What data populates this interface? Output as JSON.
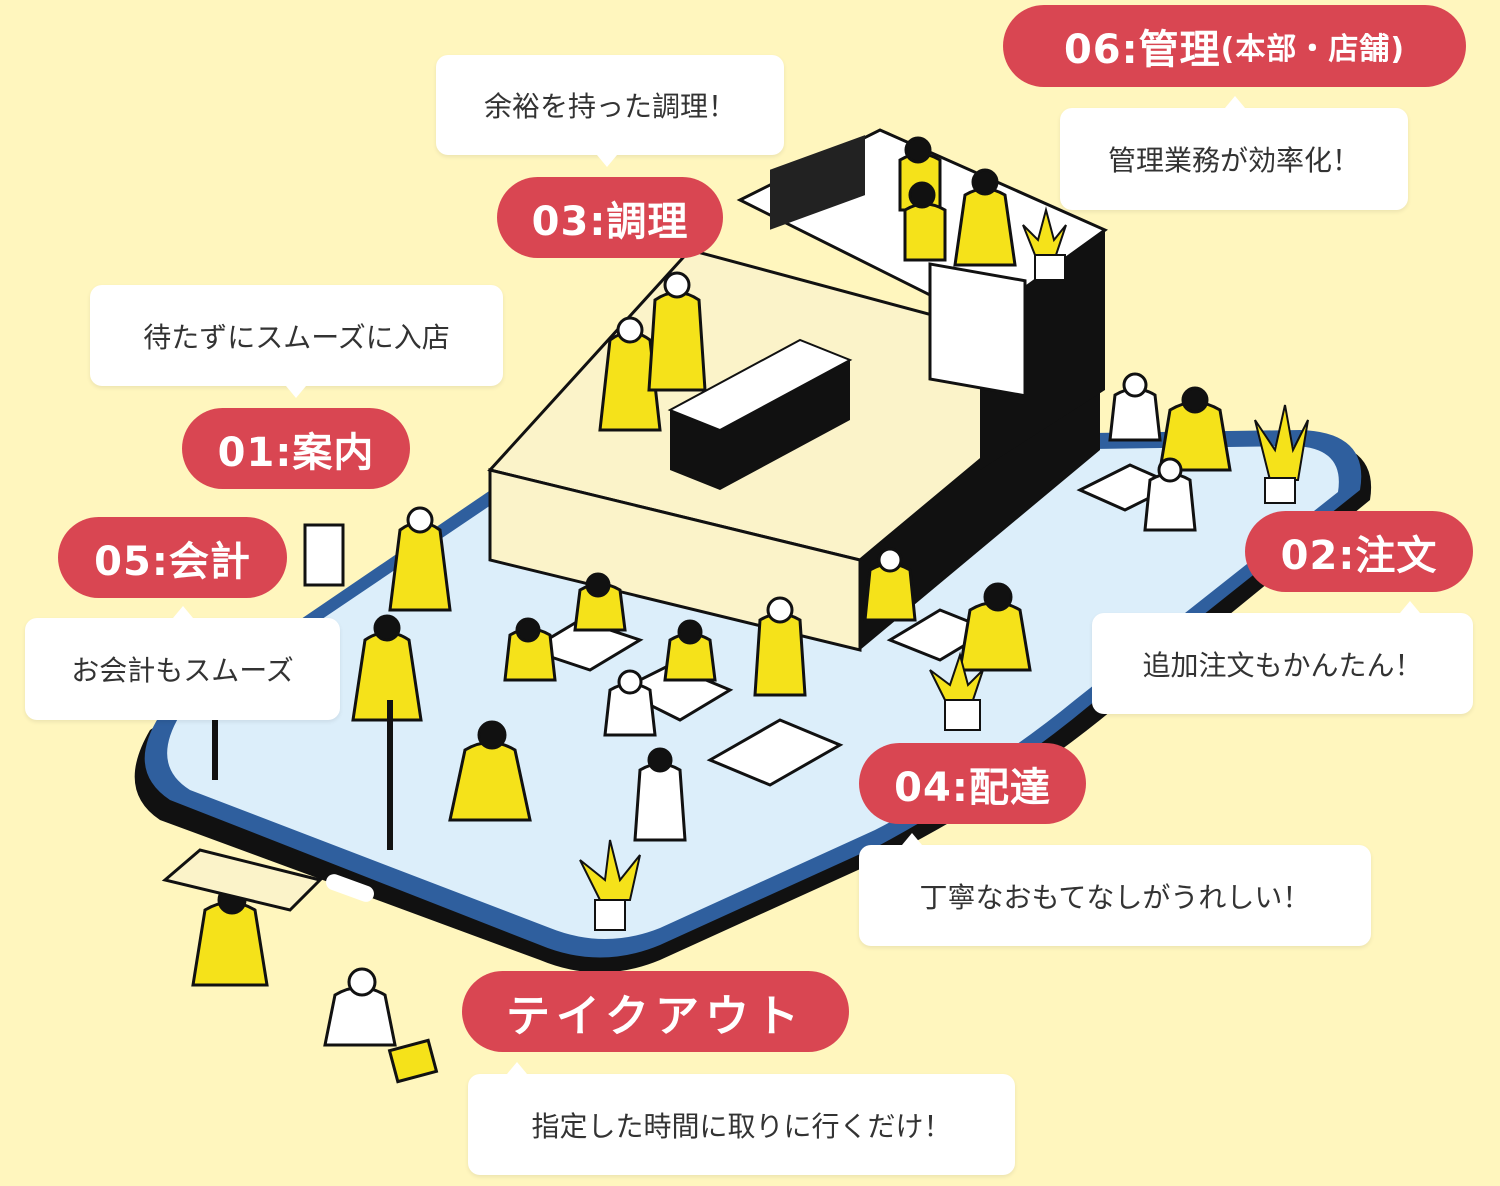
{
  "labels": {
    "kanri": {
      "title": "06:管理",
      "sub": "(本部・店舗)",
      "caption": "管理業務が効率化！"
    },
    "chouri": {
      "title": "03:調理",
      "caption": "余裕を持った調理！"
    },
    "annai": {
      "title": "01:案内",
      "caption": "待たずにスムーズに入店"
    },
    "kaikei": {
      "title": "05:会計",
      "caption": "お会計もスムーズ"
    },
    "chuumon": {
      "title": "02:注文",
      "caption": "追加注文もかんたん！"
    },
    "haitatsu": {
      "title": "04:配達",
      "caption": "丁寧なおもてなしがうれしい！"
    },
    "takeout": {
      "title": "テイクアウト",
      "caption": "指定した時間に取りに行くだけ！"
    }
  },
  "colors": {
    "background": "#fff6be",
    "accent": "#d94652",
    "screen": "#dceefa",
    "phone_frame": "#2f5f9e",
    "figure": "#f5e21a"
  }
}
